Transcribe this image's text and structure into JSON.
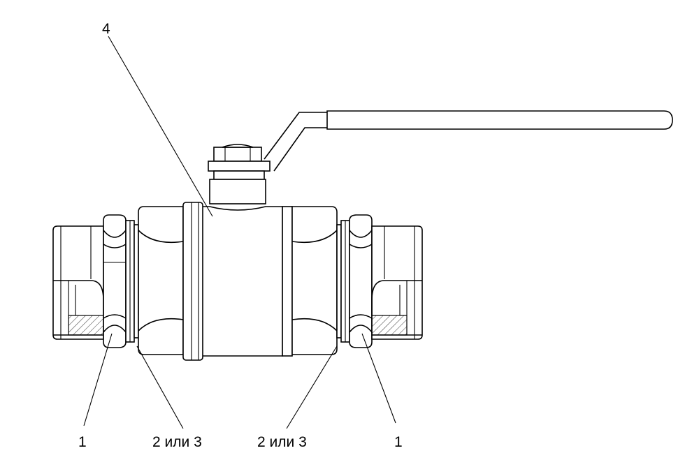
{
  "drawing": {
    "description_free": true,
    "callouts": {
      "left_nut": "1",
      "left_gasket": "2 или 3",
      "right_gasket": "2 или 3",
      "right_nut": "1",
      "valve": "4"
    }
  }
}
